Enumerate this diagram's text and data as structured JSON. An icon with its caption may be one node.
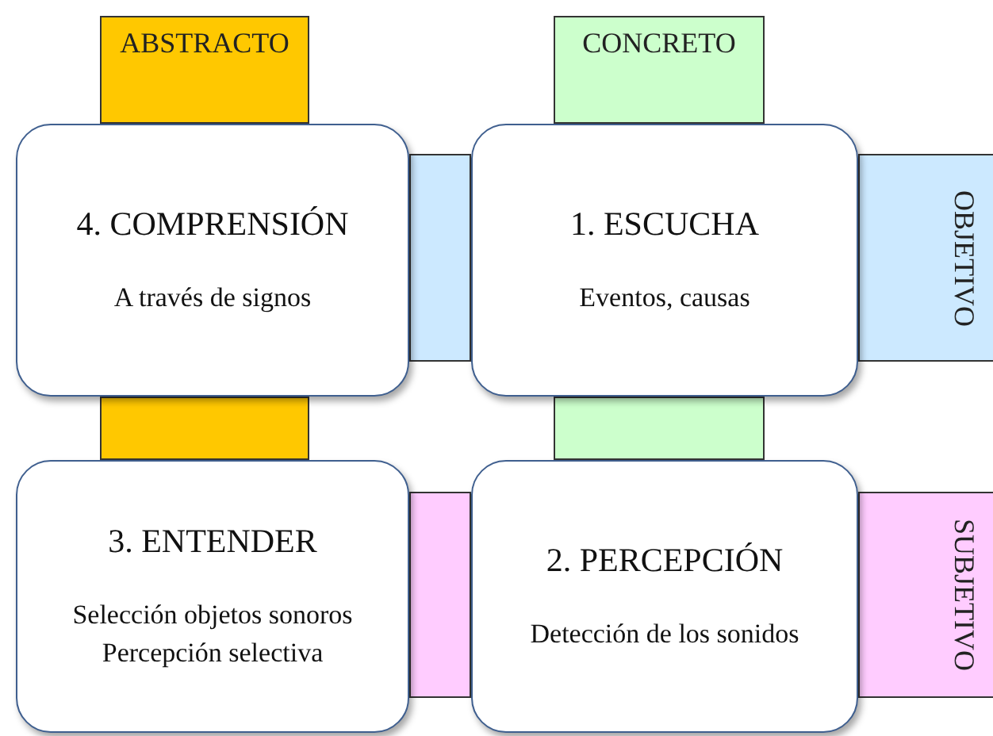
{
  "diagram": {
    "nodes": [
      {
        "text": [
          "ABSTRACTO"
        ]
      },
      {
        "text": [
          "CONCRETO"
        ]
      },
      {
        "text": [
          "OBJETIVO"
        ]
      },
      {
        "text": [
          "SUBJETIVO"
        ]
      },
      {
        "text": [
          "4. COMPRENSIÓN",
          "A través de signos"
        ]
      },
      {
        "text": [
          "1. ESCUCHA",
          "Eventos, causas"
        ]
      },
      {
        "text": [
          "3. ENTENDER",
          "Selección objetos sonoros",
          "Percepción selectiva"
        ]
      },
      {
        "text": [
          "2. PERCEPCIÓN",
          "Detección de los sonidos"
        ]
      },
      {
        "text": [],
        "shape": "box"
      },
      {
        "text": [],
        "shape": "box"
      },
      {
        "text": [],
        "shape": "box"
      },
      {
        "text": [],
        "shape": "box"
      }
    ]
  }
}
